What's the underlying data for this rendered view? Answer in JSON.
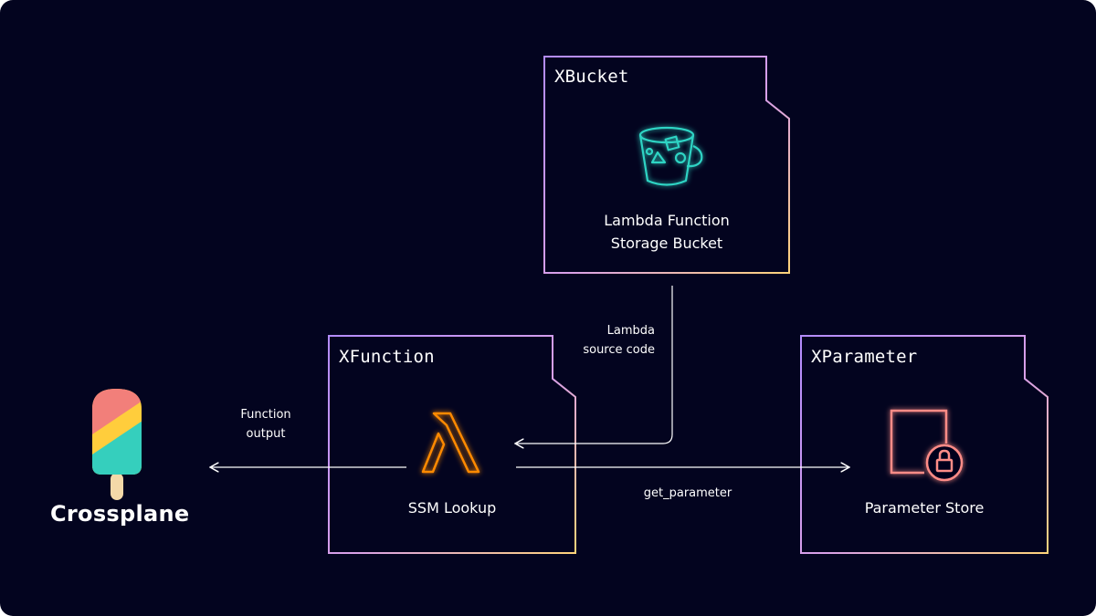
{
  "cards": {
    "xbucket": {
      "title": "XBucket",
      "label_line1": "Lambda Function",
      "label_line2": "Storage Bucket",
      "icon": "s3-bucket-icon"
    },
    "xfunction": {
      "title": "XFunction",
      "label": "SSM Lookup",
      "icon": "lambda-icon"
    },
    "xparameter": {
      "title": "XParameter",
      "label": "Parameter Store",
      "icon": "parameter-store-icon"
    }
  },
  "edges": {
    "source_code": {
      "line1": "Lambda",
      "line2": "source code"
    },
    "function_output": {
      "line1": "Function",
      "line2": "output"
    },
    "get_parameter": {
      "label": "get_parameter"
    }
  },
  "brand": {
    "name": "Crossplane",
    "icon": "crossplane-popsicle-logo"
  },
  "colors": {
    "background": "#03041f",
    "border_gradient_start": "#b38cff",
    "border_gradient_end": "#ffd37a",
    "bucket_icon": "#2fd4c4",
    "lambda_icon": "#ff8a00",
    "parameter_icon": "#ff8c87"
  }
}
